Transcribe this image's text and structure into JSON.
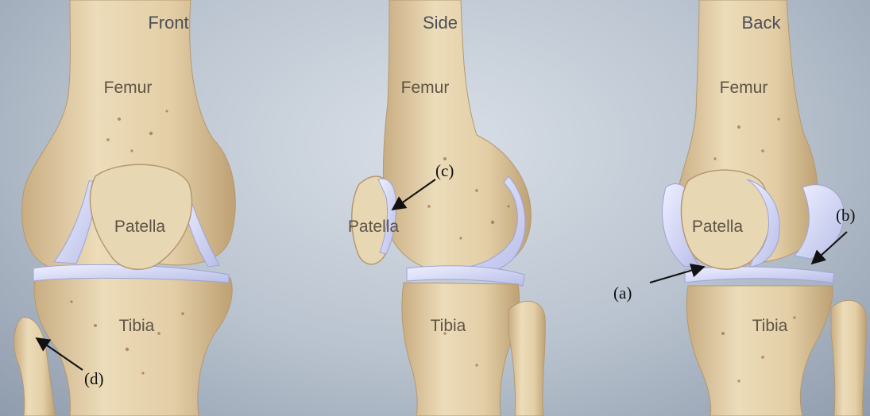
{
  "views": [
    {
      "title": "Front",
      "labels": {
        "femur": "Femur",
        "patella": "Patella",
        "tibia": "Tibia"
      }
    },
    {
      "title": "Side",
      "labels": {
        "femur": "Femur",
        "patella": "Patella",
        "tibia": "Tibia"
      }
    },
    {
      "title": "Back",
      "labels": {
        "femur": "Femur",
        "patella": "Patella",
        "tibia": "Tibia"
      }
    }
  ],
  "callouts": {
    "a": "(a)",
    "b": "(b)",
    "c": "(c)",
    "d": "(d)"
  },
  "colors": {
    "bone": "#e6d2ab",
    "bone_shadow": "#c7ab7f",
    "cartilage": "#cfd3f3",
    "background": "#c5ccd6"
  }
}
